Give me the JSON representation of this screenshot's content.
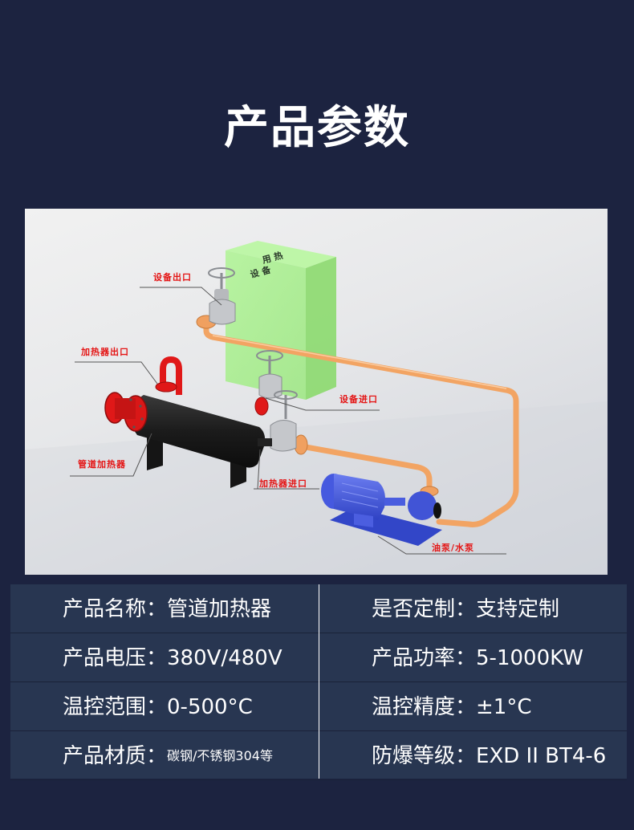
{
  "header": {
    "title": "产品参数"
  },
  "diagram": {
    "box_label": [
      "用热",
      "设备"
    ],
    "callouts": [
      {
        "id": "equipment-outlet",
        "label": "设备出口"
      },
      {
        "id": "heater-outlet",
        "label": "加热器出口"
      },
      {
        "id": "equipment-inlet",
        "label": "设备进口"
      },
      {
        "id": "pipeline-heater",
        "label": "管道加热器"
      },
      {
        "id": "heater-inlet",
        "label": "加热器进口"
      },
      {
        "id": "pump",
        "label": "油泵/水泵"
      }
    ],
    "colors": {
      "box": "#9bf07a",
      "pipe": "#f2a463",
      "heater_body": "#1c1c1c",
      "heater_flange": "#e01818",
      "pump": "#3f55d8",
      "callout_text": "#e41414"
    }
  },
  "specs": {
    "rows": [
      {
        "left": {
          "label": "产品名称：",
          "value": "管道加热器"
        },
        "right": {
          "label": "是否定制：",
          "value": "支持定制"
        }
      },
      {
        "left": {
          "label": "产品电压：",
          "value": "380V/480V"
        },
        "right": {
          "label": "产品功率：",
          "value": "5-1000KW"
        }
      },
      {
        "left": {
          "label": "温控范围：",
          "value": "0-500°C"
        },
        "right": {
          "label": "温控精度：",
          "value": "±1°C"
        }
      },
      {
        "left": {
          "label": "产品材质：",
          "value": "碳钢/不锈钢304等"
        },
        "right": {
          "label": "防爆等级：",
          "value": "EXD II BT4-6"
        }
      }
    ],
    "colors": {
      "background": "#283651",
      "page_background": "#1c2340",
      "text": "#ffffff"
    }
  }
}
